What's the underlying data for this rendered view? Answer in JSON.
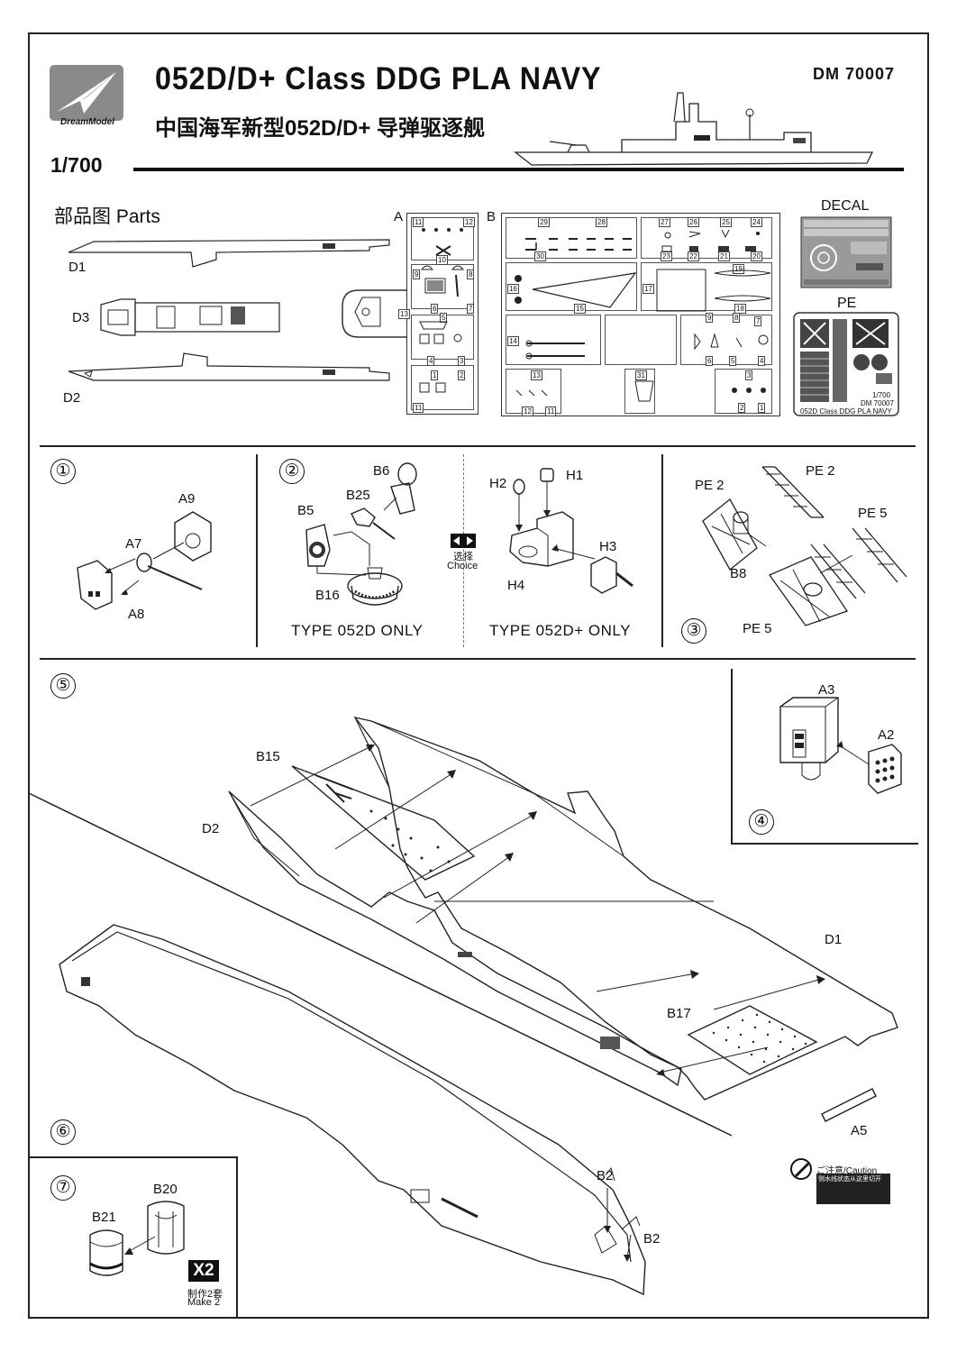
{
  "header": {
    "title": "052D/D+ Class DDG PLA NAVY",
    "subtitle": "中国海军新型052D/D+ 导弹驱逐舰",
    "code": "DM 70007",
    "scale": "1/700",
    "brand": "DreamModel"
  },
  "parts_section": {
    "heading": "部品图 Parts",
    "hull_parts": [
      "D1",
      "D3",
      "D2"
    ],
    "sprue_a": "A",
    "sprue_b": "B",
    "decal_label": "DECAL",
    "pe_label": "PE",
    "pe_info": [
      "1/700",
      "DM 70007",
      "052D Class DDG PLA NAVY"
    ]
  },
  "steps": {
    "s1": {
      "number": "①",
      "parts": [
        "A9",
        "A7",
        "A8"
      ]
    },
    "s2": {
      "number": "②",
      "parts": [
        "B6",
        "B25",
        "B5",
        "B16"
      ],
      "type_label": "TYPE 052D ONLY"
    },
    "choice": {
      "cn": "选择",
      "en": "Choice"
    },
    "s2b": {
      "parts": [
        "H2",
        "H1",
        "H3",
        "H4"
      ],
      "type_label": "TYPE 052D+ ONLY"
    },
    "s3": {
      "number": "③",
      "parts": [
        "PE 2",
        "PE 2",
        "PE 5",
        "B8",
        "PE 5"
      ]
    },
    "s4": {
      "number": "④",
      "parts": [
        "A3",
        "A2"
      ]
    },
    "s5": {
      "number": "⑤",
      "parts": [
        "B15",
        "D2",
        "D1",
        "B17",
        "A5"
      ]
    },
    "s6": {
      "number": "⑥",
      "parts": [
        "B2",
        "B2"
      ]
    },
    "s7": {
      "number": "⑦",
      "parts": [
        "B20",
        "B21"
      ],
      "multiplier": "X2",
      "make_cn": "制作2套",
      "make_en": "Make 2"
    }
  },
  "caution": {
    "label": "ご注意/Caution",
    "text": "侧水线状态从这里切开"
  }
}
